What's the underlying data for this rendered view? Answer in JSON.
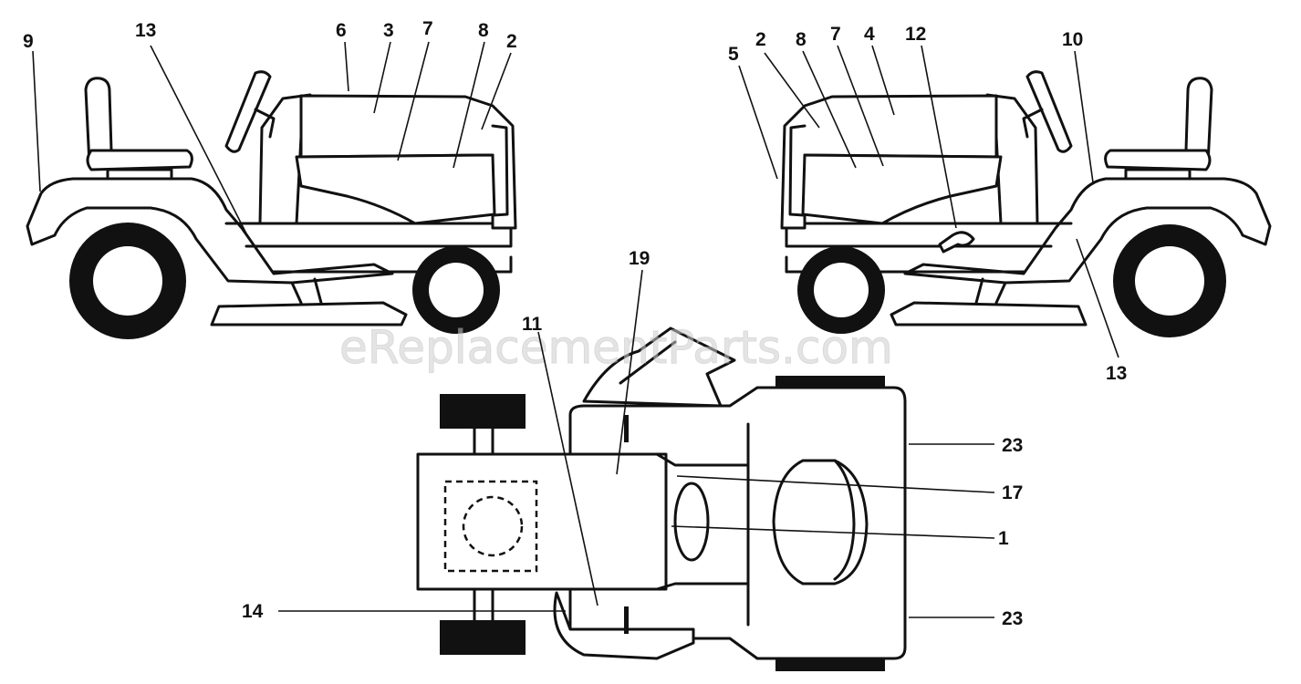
{
  "watermark": "eReplacementParts.com",
  "colors": {
    "ink": "#111111",
    "paper": "#ffffff",
    "watermark": "#cfcfcf"
  },
  "callouts": {
    "left_view": [
      "9",
      "13",
      "6",
      "3",
      "7",
      "8",
      "2"
    ],
    "right_view": [
      "5",
      "2",
      "8",
      "7",
      "4",
      "12",
      "10",
      "13"
    ],
    "top_view": [
      "19",
      "11",
      "23",
      "17",
      "1",
      "14",
      "23"
    ]
  }
}
